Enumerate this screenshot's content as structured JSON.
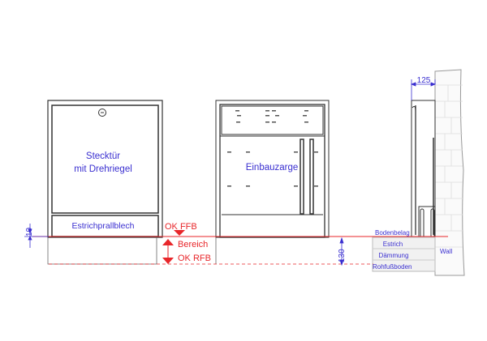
{
  "labels": {
    "door": [
      "Stecktür",
      "mit Drehriegel"
    ],
    "baffle": "Estrichprallblech",
    "frame": "Einbauzarge",
    "ok_ffb": "OK FFB",
    "range": "Bereich",
    "ok_rfb": "OK RFB",
    "floor_covering": "Bodenbelag",
    "screed": "Estrich",
    "insulation": "Dämmung",
    "raw_floor": "Rohfußboden",
    "wall": "Wall"
  },
  "dimensions": {
    "left": "10",
    "middle": "130",
    "top": "125"
  },
  "colors": {
    "blue": "#3a2fd0",
    "red": "#e8262a",
    "line": "#333333"
  }
}
